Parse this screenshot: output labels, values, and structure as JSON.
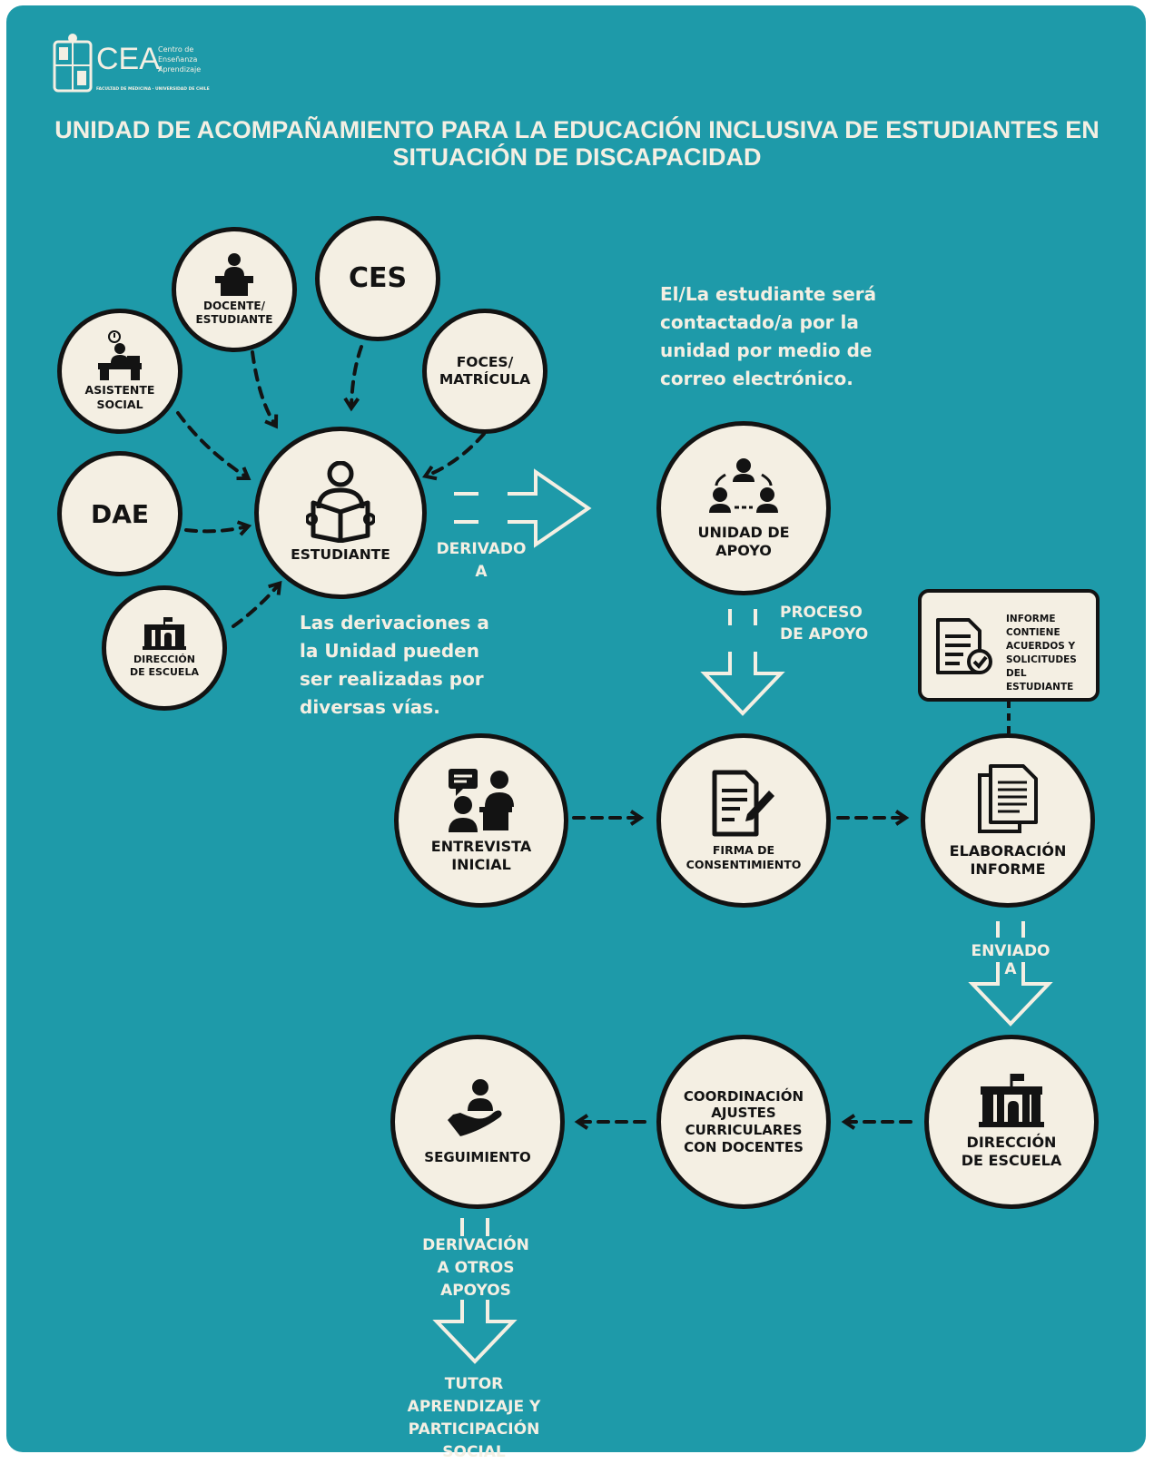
{
  "logo": {
    "acronym": "CEA",
    "line1": "Centro de",
    "line2": "Enseñanza y",
    "line3": "Aprendizaje",
    "tagline": "FACULTAD DE MEDICINA · UNIVERSIDAD DE CHILE"
  },
  "title": {
    "line1": "UNIDAD DE ACOMPAÑAMIENTO PARA LA EDUCACIÓN INCLUSIVA DE ESTUDIANTES EN",
    "line2": "SITUACIÓN DE DISCAPACIDAD"
  },
  "sources": {
    "docente": "DOCENTE/\nESTUDIANTE",
    "ces": "CES",
    "asistente": "ASISTENTE\nSOCIAL",
    "foces": "FOCES/\nMATRÍCULA",
    "dae": "DAE",
    "direccion": "DIRECCIÓN\nDE ESCUELA"
  },
  "estudiante": "ESTUDIANTE",
  "derivado": "DERIVADO\nA",
  "note_left": "Las derivaciones a\nla Unidad pueden\nser realizadas por\ndiversas vías.",
  "note_right": "El/La estudiante será\ncontactado/a por la\nunidad por medio de\ncorreo electrónico.",
  "unidad": "UNIDAD DE\nAPOYO",
  "proceso": "PROCESO\nDE APOYO",
  "informe_box": "INFORME\nCONTIENE\nACUERDOS Y\nSOLICITUDES DEL\nESTUDIANTE",
  "entrevista": "ENTREVISTA\nINICIAL",
  "firma": "FIRMA DE\nCONSENTIMIENTO",
  "elaboracion": "ELABORACIÓN\nINFORME",
  "enviado": "ENVIADO A",
  "direccion2": "DIRECCIÓN\nDE ESCUELA",
  "coordinacion": "COORDINACIÓN\nAJUSTES\nCURRICULARES\nCON DOCENTES",
  "seguimiento": "SEGUIMIENTO",
  "derivacion": "DERIVACIÓN\nA OTROS\nAPOYOS",
  "tutor": "TUTOR\nAPRENDIZAJE Y\nPARTICIPACIÓN SOCIAL",
  "colors": {
    "background": "#1e9aa9",
    "node_fill": "#f4efe3",
    "outline": "#131313"
  }
}
